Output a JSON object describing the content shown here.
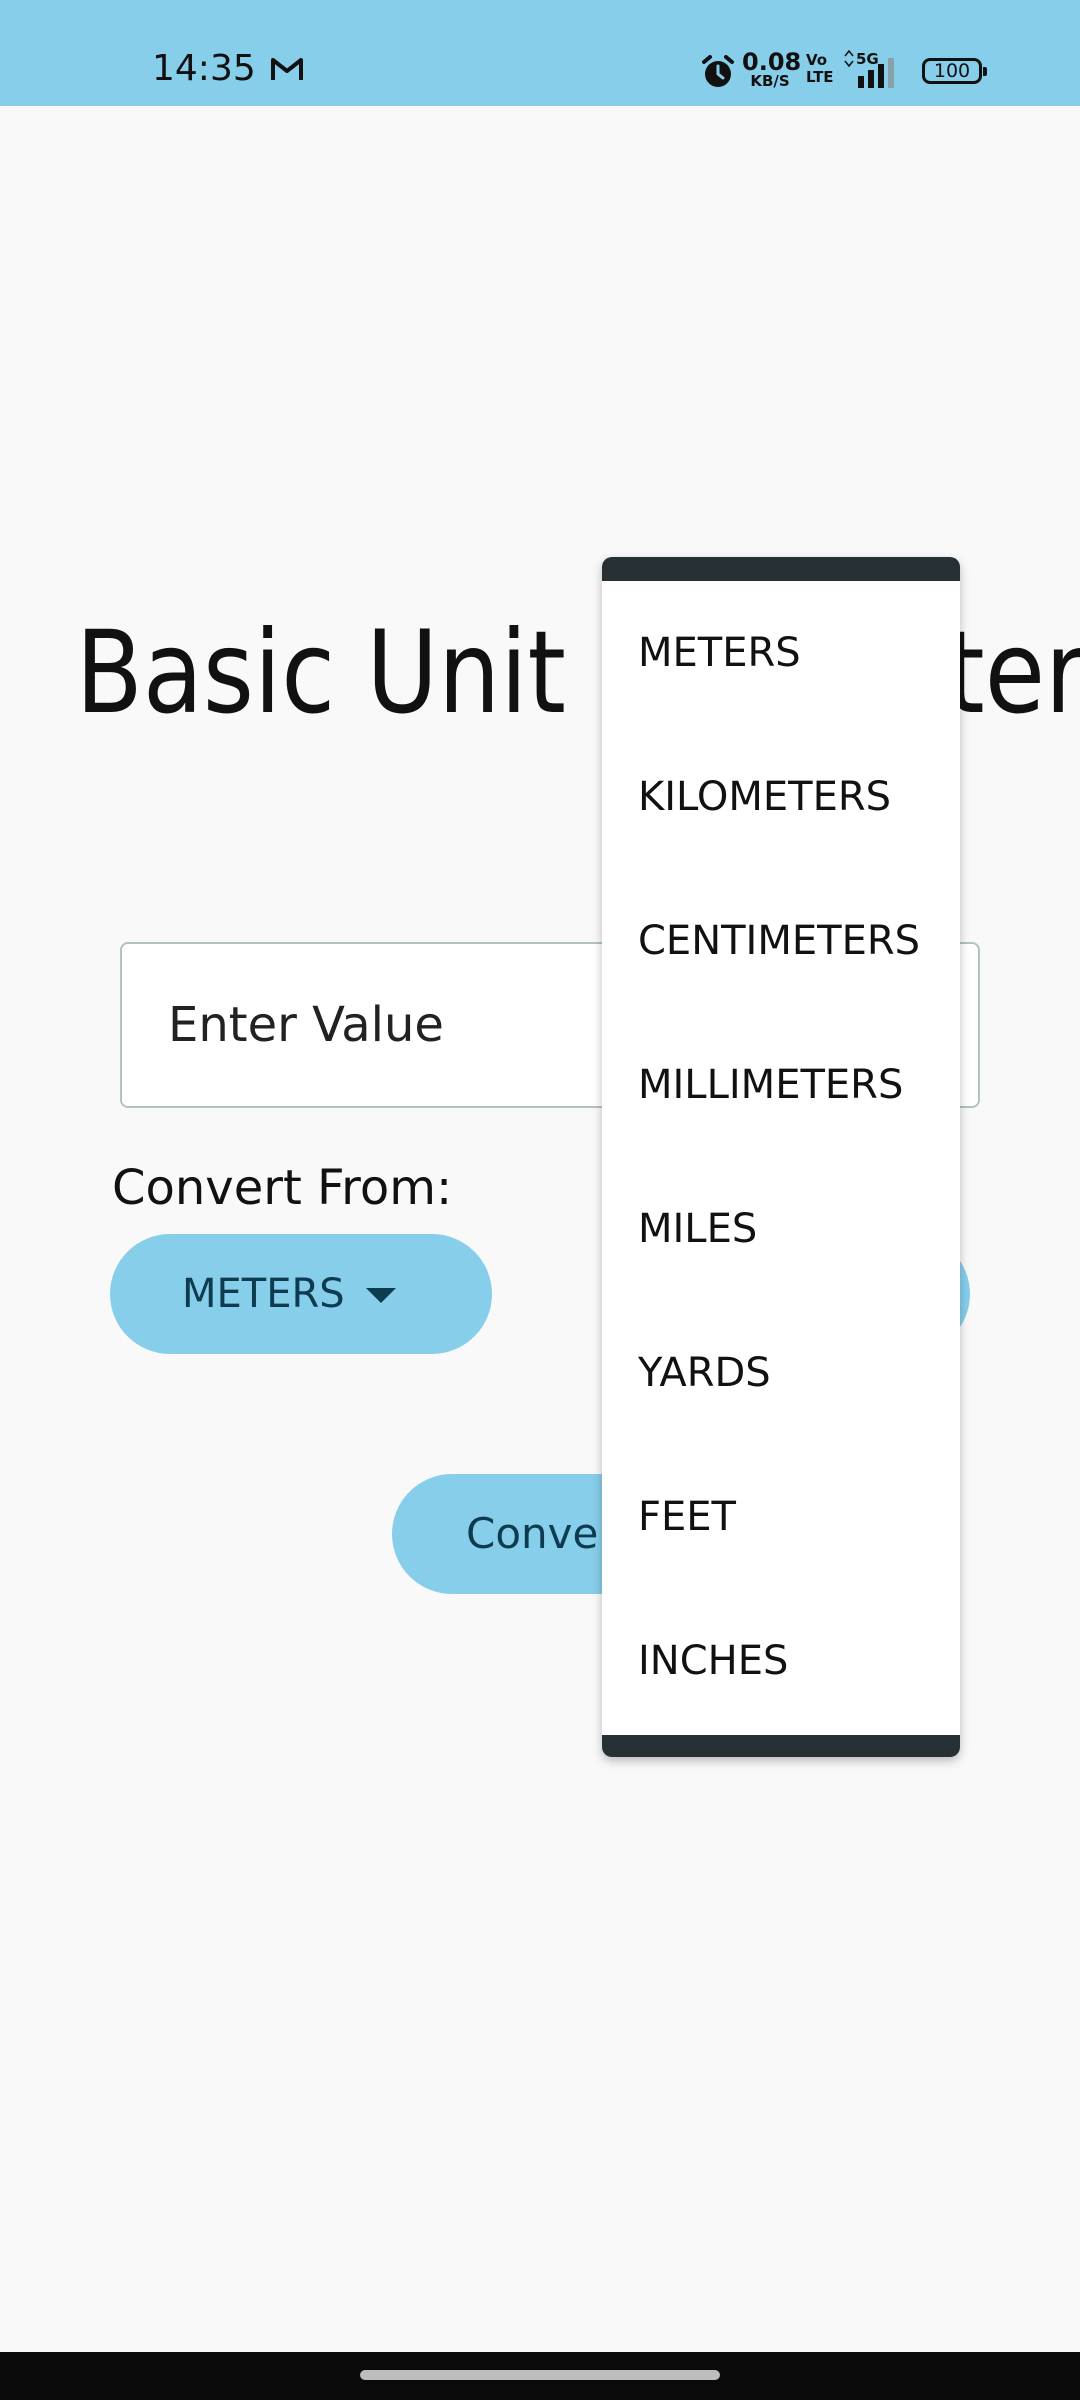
{
  "status_bar": {
    "time": "14:35",
    "net_speed_value": "0.08",
    "net_speed_unit": "KB/S",
    "volte_top": "Vo",
    "volte_bottom": "LTE",
    "network_type": "5G",
    "battery": "100",
    "icons": [
      "gmail-icon",
      "alarm-icon",
      "signal-icon",
      "battery-icon"
    ]
  },
  "main": {
    "title": "Basic Unit Converter",
    "input_placeholder": "Enter Value",
    "convert_from_label": "Convert From:",
    "from_unit": "METERS",
    "convert_button_label": "Convert"
  },
  "dropdown": {
    "options": [
      "METERS",
      "KILOMETERS",
      "CENTIMETERS",
      "MILLIMETERS",
      "MILES",
      "YARDS",
      "FEET",
      "INCHES"
    ]
  },
  "colors": {
    "accent": "#87ceeb",
    "background": "#f9f9f9",
    "menu_edge": "#263035"
  }
}
